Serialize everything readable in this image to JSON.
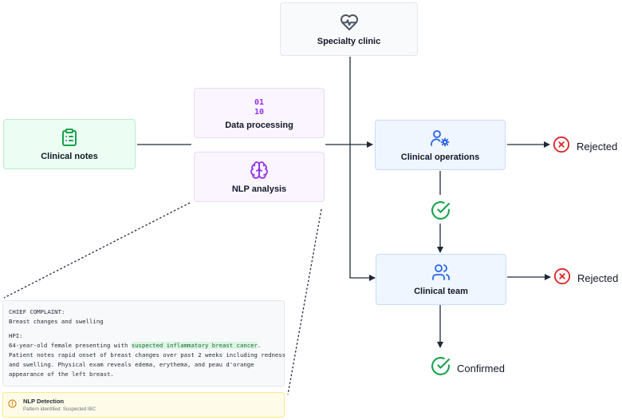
{
  "nodes": {
    "specialty_clinic": "Specialty clinic",
    "data_processing": "Data processing",
    "nlp_analysis": "NLP analysis",
    "clinical_notes": "Clinical notes",
    "clinical_operations": "Clinical operations",
    "clinical_team": "Clinical team"
  },
  "data_processing_glyph": [
    "01",
    "10"
  ],
  "outcomes": {
    "rejected_operations": "Rejected",
    "rejected_team": "Rejected",
    "confirmed": "Confirmed"
  },
  "note": {
    "chief_complaint_label": "CHIEF COMPLAINT:",
    "chief_complaint": "Breast changes and swelling",
    "hpi_label": "HPI:",
    "hpi_line1_before": "64-year-old female presenting with ",
    "hpi_line1_highlight": "suspected inflammatory breast cancer",
    "hpi_line1_after": ".",
    "hpi_line2": "Patient notes rapid onset of breast changes over past 2 weeks including redness",
    "hpi_line3": "and swelling. Physical exam reveals edema, erythema, and peau d'orange",
    "hpi_line4": "appearance of the left breast."
  },
  "detection": {
    "title": "NLP Detection",
    "subtitle": "Pattern identified: Suspected IBC"
  },
  "icons": {
    "specialty_clinic": "heart-pulse-icon",
    "data_processing": "binary-icon",
    "nlp_analysis": "brain-icon",
    "clinical_notes": "clipboard-list-icon",
    "clinical_operations": "user-gear-icon",
    "clinical_team": "users-icon",
    "rejected": "x-circle-icon",
    "approved": "check-circle-icon",
    "detection": "info-circle-icon"
  },
  "colors": {
    "green_icon": "#16a34a",
    "purple_icon": "#9333ea",
    "blue_icon": "#2563eb",
    "gray_icon": "#4b5563",
    "rejected": "#dc2626",
    "confirmed": "#16a34a",
    "warning": "#d97706"
  }
}
